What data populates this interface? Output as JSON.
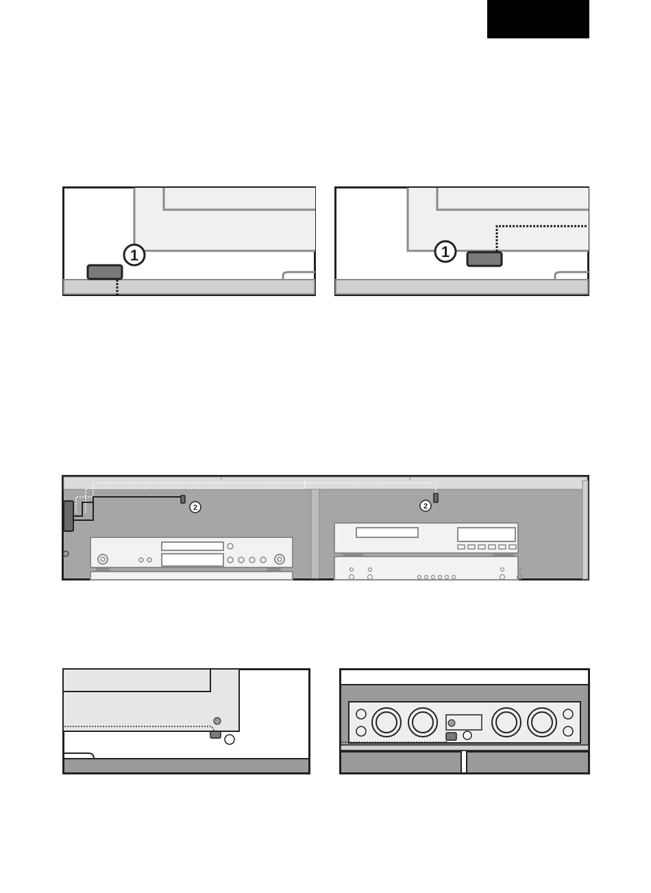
{
  "header": {
    "tab_color": "#000000"
  },
  "figures": {
    "fig_top_left": {
      "callout": "1",
      "icon": "remote-sensor-icon"
    },
    "fig_top_right": {
      "callout": "1",
      "icon": "remote-sensor-icon"
    },
    "fig_middle": {
      "callout_left": "2",
      "callout_right": "2",
      "icon": "ir-emitter-icon"
    },
    "fig_bottom_left": {
      "icon": "ir-receiver-icon"
    },
    "fig_bottom_right": {
      "icon": "ir-receiver-icon"
    }
  },
  "colors": {
    "frame": "#231f20",
    "panel_fill": "#f0f0f0",
    "gray_outline": "#8a8a8a",
    "cabinet_gray": "#9a9a9a",
    "sensor_fill": "#7a7a7a"
  }
}
